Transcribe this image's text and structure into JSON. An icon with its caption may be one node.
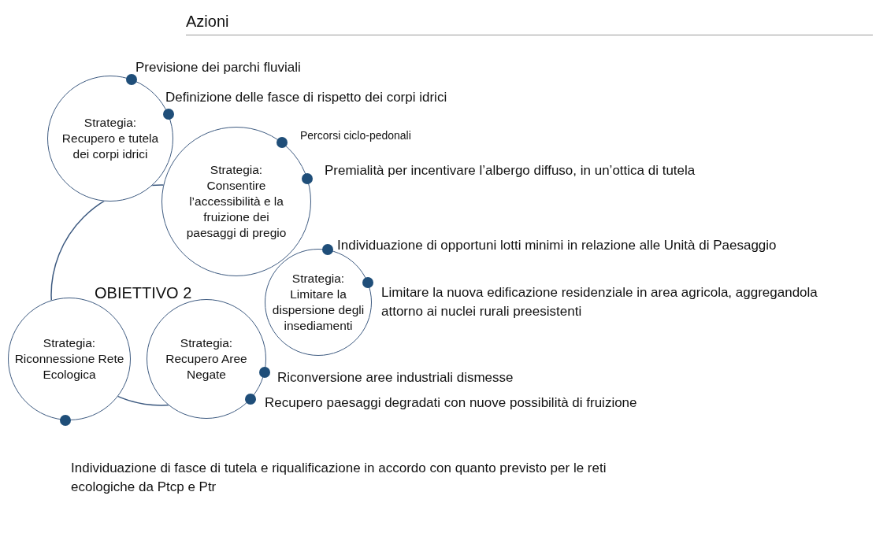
{
  "diagram": {
    "title": "Azioni",
    "nodes": [
      {
        "text": [
          "OBIETTIVO 2"
        ]
      },
      {
        "text": [
          "Strategia: Recupero e tutela dei corpi idrici"
        ],
        "beside": [
          "Previsione dei parchi fluviali",
          "Definizione delle fasce di rispetto dei corpi idrici"
        ]
      },
      {
        "text": [
          "Strategia: Consentire l’accessibilità e la fruizione dei paesaggi di pregio"
        ],
        "beside": [
          "Percorsi ciclo-pedonali",
          "Premialità per incentivare l’albergo diffuso, in un’ottica di tutela"
        ]
      },
      {
        "text": [
          "Strategia: Limitare la dispersione degli insediamenti"
        ],
        "beside": [
          "Individuazione di opportuni lotti minimi in relazione alle Unità di Paesaggio",
          "Limitare la nuova edificazione residenziale in area agricola, aggregandola attorno ai nuclei rurali preesistenti"
        ]
      },
      {
        "text": [
          "Strategia: Recupero Aree Negate"
        ],
        "beside": [
          "Riconversione aree industriali dismesse",
          "Recupero paesaggi degradati con nuove possibilità di fruizione"
        ]
      },
      {
        "text": [
          "Strategia: Riconnessione Rete Ecologica"
        ],
        "beside": [
          "Individuazione di fasce di tutela e riqualificazione in accordo con quanto previsto per le reti ecologiche da Ptcp e Ptr"
        ]
      }
    ]
  }
}
